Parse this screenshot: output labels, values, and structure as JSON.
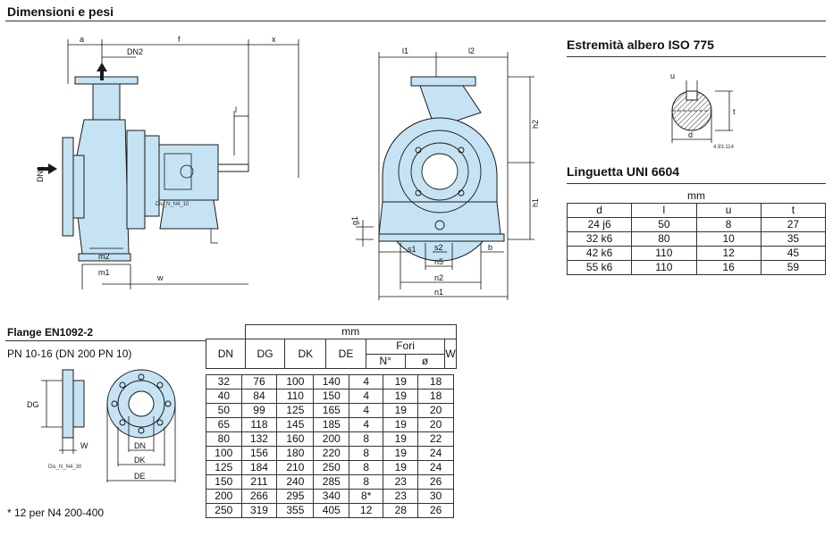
{
  "title": "Dimensioni e pesi",
  "pump_side": {
    "labels": {
      "a": "a",
      "f": "f",
      "x": "x",
      "dn2": "DN2",
      "dn1": "DN1",
      "l": "l",
      "m2": "m2",
      "m1": "m1",
      "w": "w",
      "drawing_code": "Dis_N_N4_10"
    }
  },
  "pump_front": {
    "labels": {
      "l1": "l1",
      "l2": "l2",
      "h2": "h2",
      "h1": "h1",
      "g1": "g1",
      "s1": "s1",
      "s2": "s2",
      "n5": "n5",
      "n2": "n2",
      "n1": "n1",
      "b": "b"
    }
  },
  "shaft_end": {
    "title": "Estremità albero ISO 775",
    "labels": {
      "u": "u",
      "d": "d",
      "t": "t",
      "code": "4.93.114"
    }
  },
  "key_table": {
    "title": "Linguetta UNI 6604",
    "unit": "mm",
    "columns": [
      "d",
      "l",
      "u",
      "t"
    ],
    "rows": [
      [
        "24 j6",
        "50",
        "8",
        "27"
      ],
      [
        "32 k6",
        "80",
        "10",
        "35"
      ],
      [
        "42 k6",
        "110",
        "12",
        "45"
      ],
      [
        "55 k6",
        "110",
        "16",
        "59"
      ]
    ]
  },
  "flange": {
    "title": "Flange EN1092-2",
    "subtitle": "PN 10-16 (DN 200 PN 10)",
    "labels": {
      "dg": "DG",
      "w": "W",
      "dn": "DN",
      "dk": "DK",
      "de": "DE",
      "code": "Dis_N_N4_30"
    },
    "footnote": "* 12 per N4 200-400"
  },
  "flange_table": {
    "unit": "mm",
    "headers": {
      "dn": "DN",
      "dg": "DG",
      "dk": "DK",
      "de": "DE",
      "fori": "Fori",
      "n": "N°",
      "d": "ø",
      "w": "W"
    },
    "rows": [
      [
        "32",
        "76",
        "100",
        "140",
        "4",
        "19",
        "18"
      ],
      [
        "40",
        "84",
        "110",
        "150",
        "4",
        "19",
        "18"
      ],
      [
        "50",
        "99",
        "125",
        "165",
        "4",
        "19",
        "20"
      ],
      [
        "65",
        "118",
        "145",
        "185",
        "4",
        "19",
        "20"
      ],
      [
        "80",
        "132",
        "160",
        "200",
        "8",
        "19",
        "22"
      ],
      [
        "100",
        "156",
        "180",
        "220",
        "8",
        "19",
        "24"
      ],
      [
        "125",
        "184",
        "210",
        "250",
        "8",
        "19",
        "24"
      ],
      [
        "150",
        "211",
        "240",
        "285",
        "8",
        "23",
        "26"
      ],
      [
        "200",
        "266",
        "295",
        "340",
        "8*",
        "23",
        "30"
      ],
      [
        "250",
        "319",
        "355",
        "405",
        "12",
        "28",
        "26"
      ]
    ]
  },
  "colors": {
    "pump_fill": "#c5e3f3",
    "line": "#1a1a1a"
  }
}
